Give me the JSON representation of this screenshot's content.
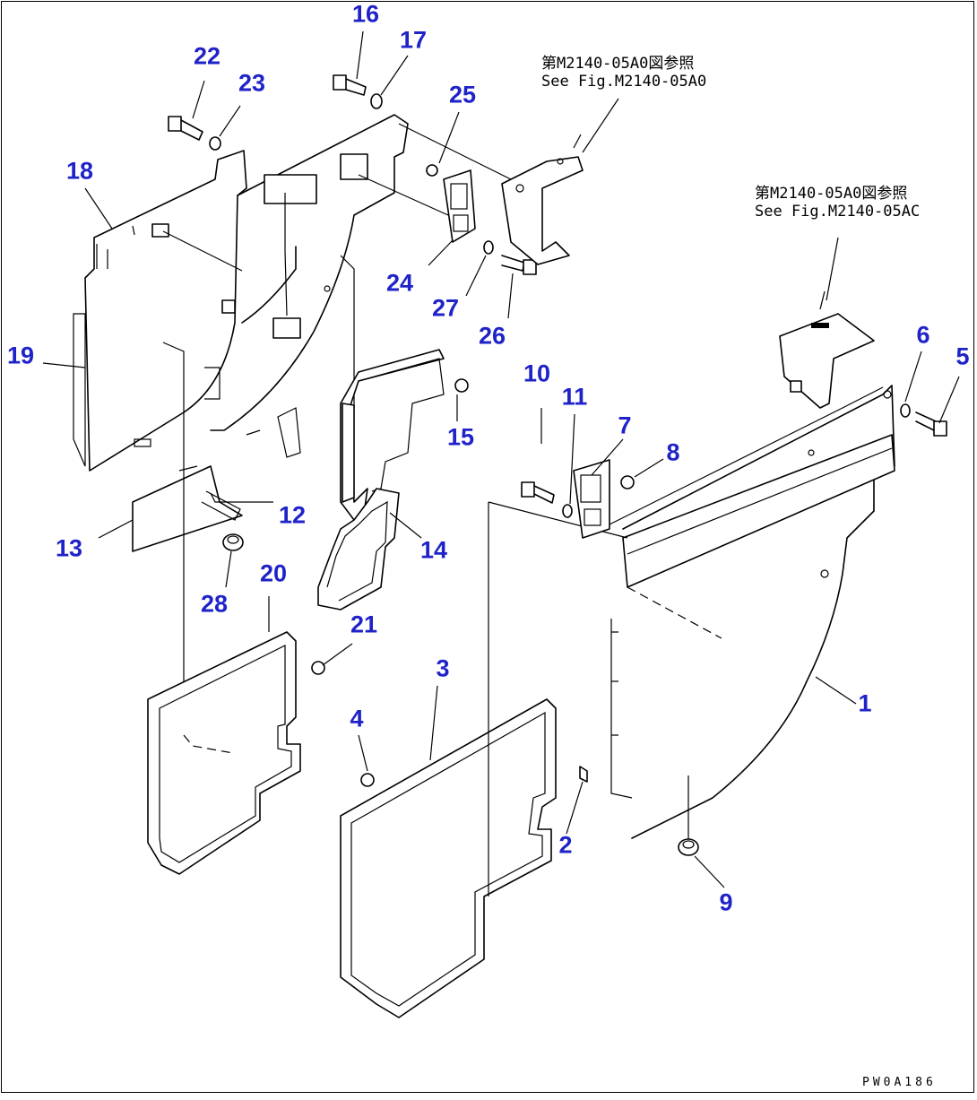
{
  "references": {
    "upper": {
      "jp": "第M2140-05A0図参照",
      "en": "See Fig.M2140-05A0"
    },
    "right": {
      "jp": "第M2140-05A0図参照",
      "en": "See Fig.M2140-05AC"
    }
  },
  "drawing_code": "PW0A186",
  "callouts": [
    "1",
    "2",
    "3",
    "4",
    "5",
    "6",
    "7",
    "8",
    "9",
    "10",
    "11",
    "12",
    "13",
    "14",
    "15",
    "16",
    "17",
    "18",
    "19",
    "20",
    "21",
    "22",
    "23",
    "24",
    "25",
    "26",
    "27",
    "28"
  ],
  "colors": {
    "callout": "#1f23c8",
    "line": "#000000",
    "background": "#ffffff"
  }
}
